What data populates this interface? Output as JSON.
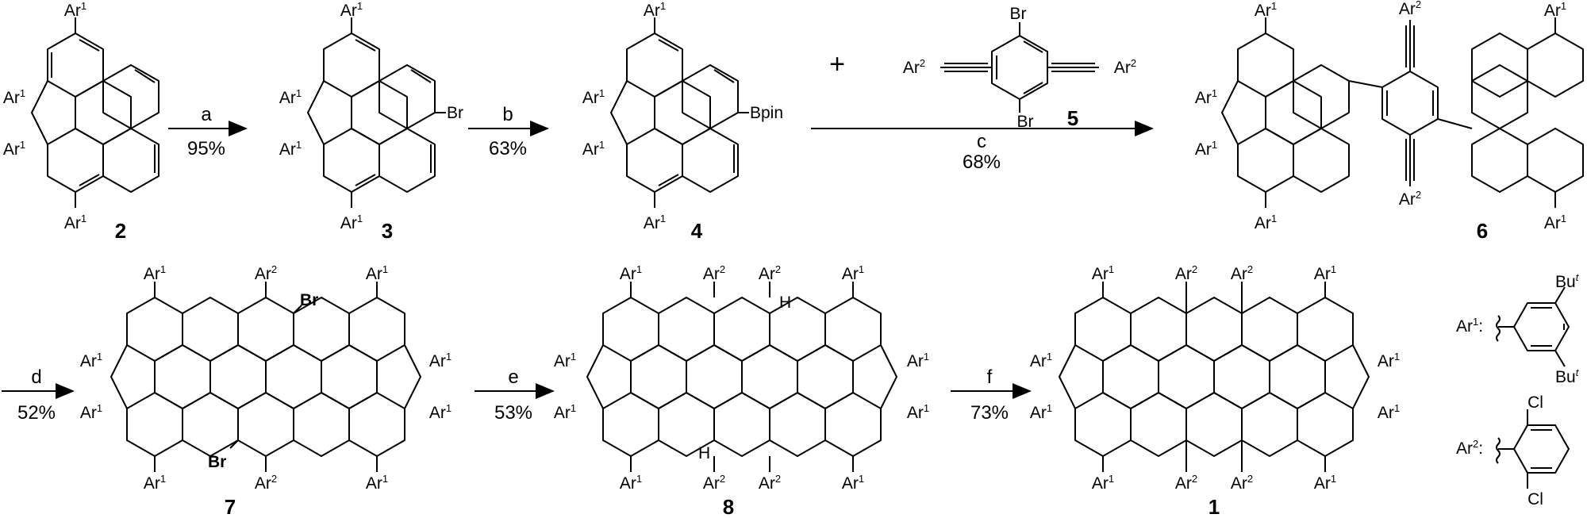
{
  "compounds": {
    "c2": "2",
    "c3": "3",
    "c4": "4",
    "c5": "5",
    "c6": "6",
    "c7": "7",
    "c8": "8",
    "c1": "1"
  },
  "reagents": {
    "a": "a",
    "b": "b",
    "c": "c",
    "d": "d",
    "e": "e",
    "f": "f"
  },
  "yields": {
    "a": "95%",
    "b": "63%",
    "c": "68%",
    "d": "52%",
    "e": "53%",
    "f": "73%"
  },
  "labels": {
    "ar": "Ar",
    "ar1_sup": "1",
    "ar2_sup": "2",
    "br": "Br",
    "bpin": "Bpin",
    "h": "H",
    "cl": "Cl",
    "bu": "Bu",
    "bu_sup": "t",
    "plus": "+",
    "legend_ar1": "Ar",
    "legend_ar1_sup": "1",
    "legend_ar1_colon": ":",
    "legend_ar2": "Ar",
    "legend_ar2_sup": "2",
    "legend_ar2_colon": ":"
  }
}
